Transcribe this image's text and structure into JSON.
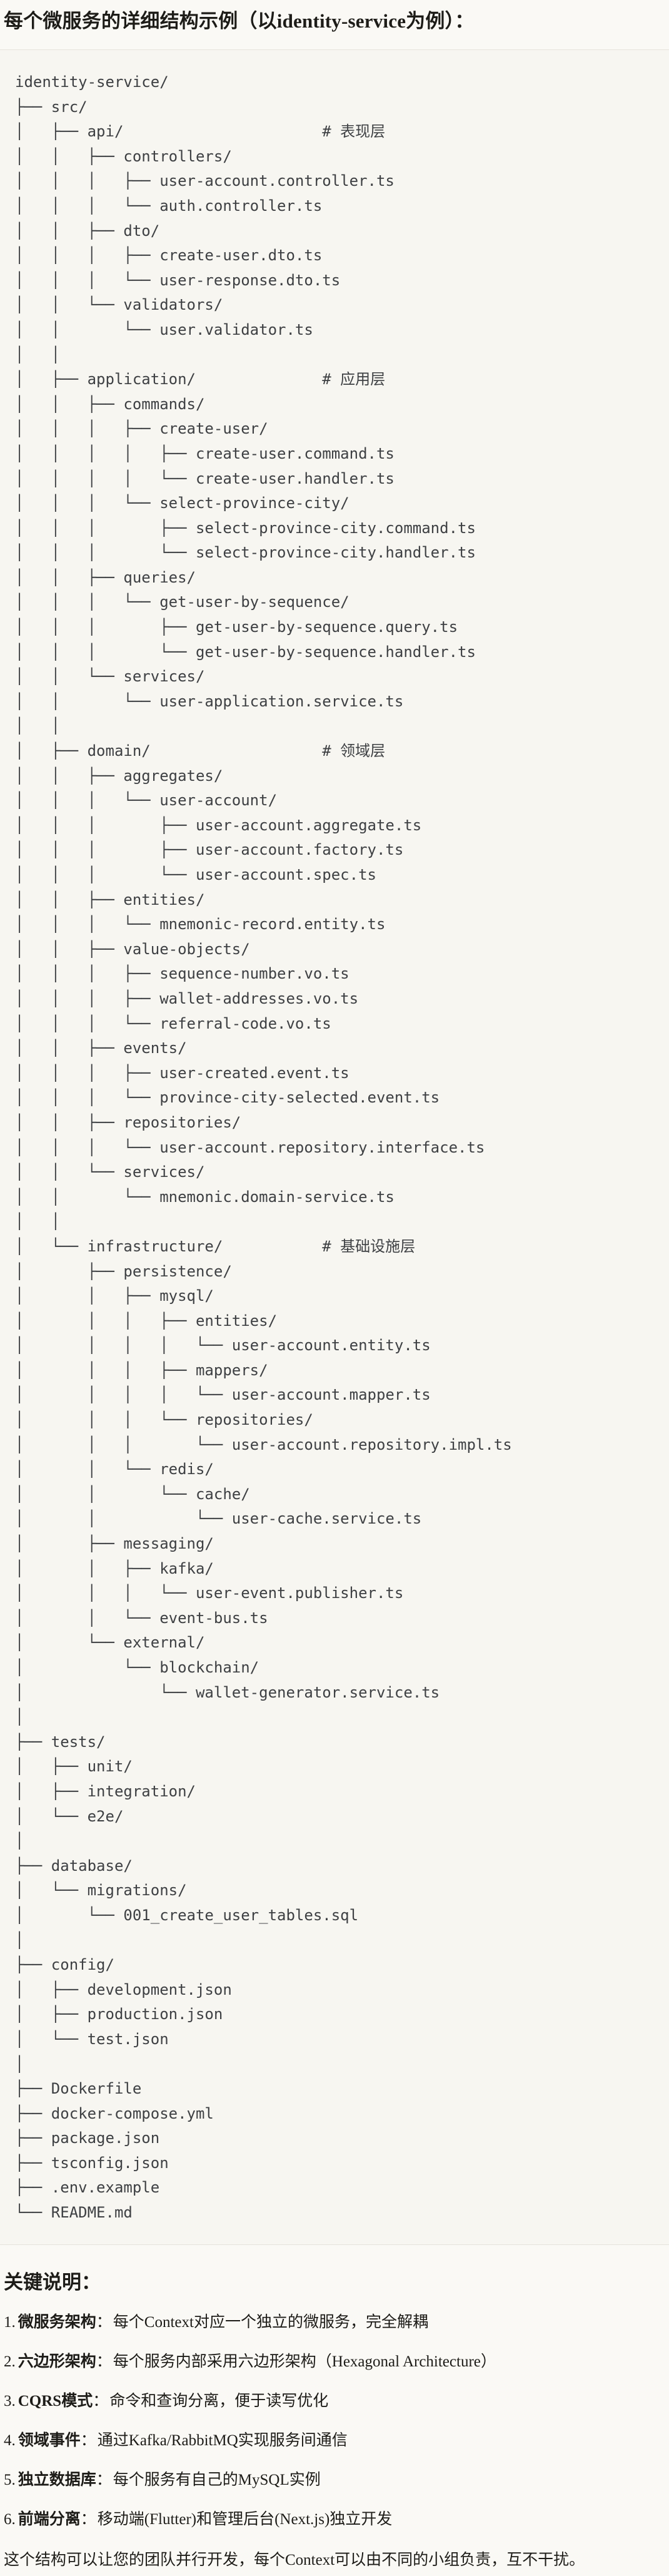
{
  "title": "每个微服务的详细结构示例（以identity-service为例）：",
  "tree": {
    "lines": [
      "identity-service/",
      "├── src/",
      "│   ├── api/                      # 表现层",
      "│   │   ├── controllers/",
      "│   │   │   ├── user-account.controller.ts",
      "│   │   │   └── auth.controller.ts",
      "│   │   ├── dto/",
      "│   │   │   ├── create-user.dto.ts",
      "│   │   │   └── user-response.dto.ts",
      "│   │   └── validators/",
      "│   │       └── user.validator.ts",
      "│   │",
      "│   ├── application/              # 应用层",
      "│   │   ├── commands/",
      "│   │   │   ├── create-user/",
      "│   │   │   │   ├── create-user.command.ts",
      "│   │   │   │   └── create-user.handler.ts",
      "│   │   │   └── select-province-city/",
      "│   │   │       ├── select-province-city.command.ts",
      "│   │   │       └── select-province-city.handler.ts",
      "│   │   ├── queries/",
      "│   │   │   └── get-user-by-sequence/",
      "│   │   │       ├── get-user-by-sequence.query.ts",
      "│   │   │       └── get-user-by-sequence.handler.ts",
      "│   │   └── services/",
      "│   │       └── user-application.service.ts",
      "│   │",
      "│   ├── domain/                   # 领域层",
      "│   │   ├── aggregates/",
      "│   │   │   └── user-account/",
      "│   │   │       ├── user-account.aggregate.ts",
      "│   │   │       ├── user-account.factory.ts",
      "│   │   │       └── user-account.spec.ts",
      "│   │   ├── entities/",
      "│   │   │   └── mnemonic-record.entity.ts",
      "│   │   ├── value-objects/",
      "│   │   │   ├── sequence-number.vo.ts",
      "│   │   │   ├── wallet-addresses.vo.ts",
      "│   │   │   └── referral-code.vo.ts",
      "│   │   ├── events/",
      "│   │   │   ├── user-created.event.ts",
      "│   │   │   └── province-city-selected.event.ts",
      "│   │   ├── repositories/",
      "│   │   │   └── user-account.repository.interface.ts",
      "│   │   └── services/",
      "│   │       └── mnemonic.domain-service.ts",
      "│   │",
      "│   └── infrastructure/           # 基础设施层",
      "│       ├── persistence/",
      "│       │   ├── mysql/",
      "│       │   │   ├── entities/",
      "│       │   │   │   └── user-account.entity.ts",
      "│       │   │   ├── mappers/",
      "│       │   │   │   └── user-account.mapper.ts",
      "│       │   │   └── repositories/",
      "│       │   │       └── user-account.repository.impl.ts",
      "│       │   └── redis/",
      "│       │       └── cache/",
      "│       │           └── user-cache.service.ts",
      "│       ├── messaging/",
      "│       │   ├── kafka/",
      "│       │   │   └── user-event.publisher.ts",
      "│       │   └── event-bus.ts",
      "│       └── external/",
      "│           └── blockchain/",
      "│               └── wallet-generator.service.ts",
      "│",
      "├── tests/",
      "│   ├── unit/",
      "│   ├── integration/",
      "│   └── e2e/",
      "│",
      "├── database/",
      "│   └── migrations/",
      "│       └── 001_create_user_tables.sql",
      "│",
      "├── config/",
      "│   ├── development.json",
      "│   ├── production.json",
      "│   └── test.json",
      "│",
      "├── Dockerfile",
      "├── docker-compose.yml",
      "├── package.json",
      "├── tsconfig.json",
      "├── .env.example",
      "└── README.md"
    ]
  },
  "notes": {
    "heading": "关键说明：",
    "items": [
      {
        "num": "1.",
        "term": "微服务架构",
        "sep": "：",
        "desc": "每个Context对应一个独立的微服务，完全解耦"
      },
      {
        "num": "2.",
        "term": "六边形架构",
        "sep": "：",
        "desc": "每个服务内部采用六边形架构（Hexagonal Architecture）"
      },
      {
        "num": "3.",
        "term": "CQRS模式",
        "sep": "：",
        "desc": "命令和查询分离，便于读写优化"
      },
      {
        "num": "4.",
        "term": "领域事件",
        "sep": "：",
        "desc": "通过Kafka/RabbitMQ实现服务间通信"
      },
      {
        "num": "5.",
        "term": "独立数据库",
        "sep": "：",
        "desc": "每个服务有自己的MySQL实例"
      },
      {
        "num": "6.",
        "term": "前端分离",
        "sep": "：",
        "desc": "移动端(Flutter)和管理后台(Next.js)独立开发"
      }
    ],
    "footer": "这个结构可以让您的团队并行开发，每个Context可以由不同的小组负责，互不干扰。"
  }
}
